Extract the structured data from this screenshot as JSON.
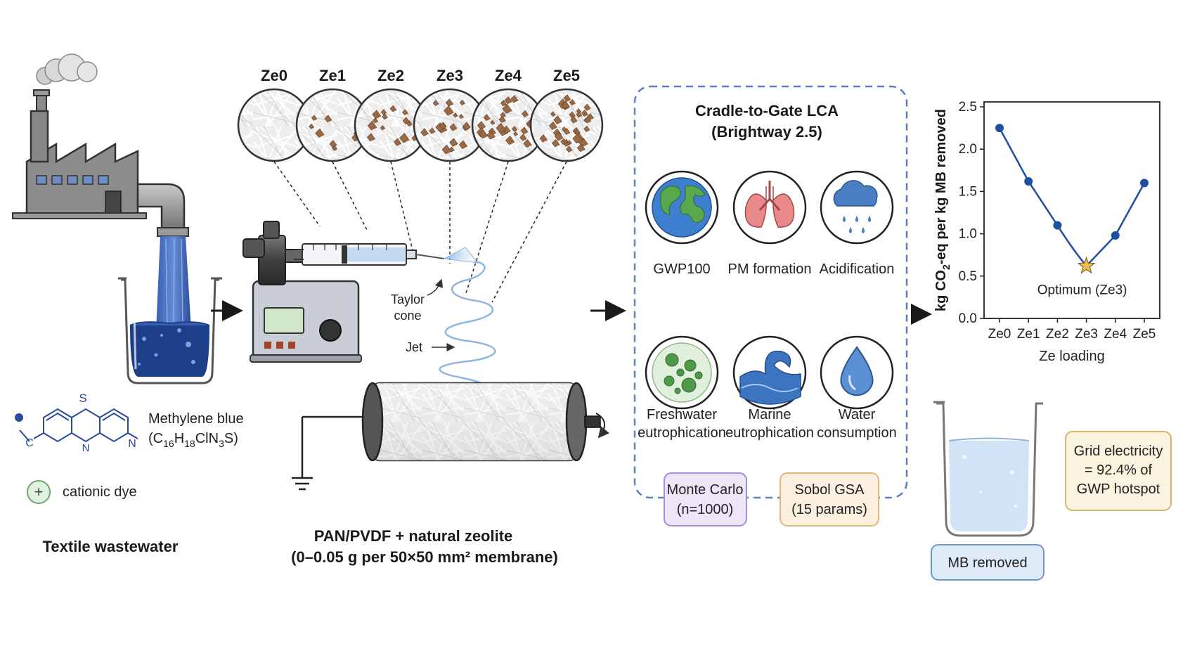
{
  "wastewater": {
    "dye_name": "Methylene blue",
    "formula": "(C16H18ClN3S)",
    "formula_parts": [
      "(C",
      "16",
      "H",
      "18",
      "ClN",
      "3",
      "S)"
    ],
    "atom_s": "S",
    "atom_n": "N",
    "atom_n2": "N",
    "atom_c": "C",
    "charge_symbol": "+",
    "charge_label": "cationic dye",
    "title": "Textile wastewater"
  },
  "electrospinning": {
    "samples": [
      "Ze0",
      "Ze1",
      "Ze2",
      "Ze3",
      "Ze4",
      "Ze5"
    ],
    "taylor_cone_line1": "Taylor",
    "taylor_cone_line2": "cone",
    "jet_label": "Jet",
    "membrane_title_line1": "PAN/PVDF + natural zeolite",
    "membrane_title_line2": "(0–0.05 g per 50×50 mm² membrane)"
  },
  "lca": {
    "title_line1": "Cradle-to-Gate LCA",
    "title_line2": "(Brightway 2.5)",
    "categories": [
      {
        "icon": "globe-icon",
        "lines": [
          "GWP100"
        ]
      },
      {
        "icon": "lungs-icon",
        "lines": [
          "PM formation"
        ]
      },
      {
        "icon": "rain-cloud-icon",
        "lines": [
          "Acidification"
        ]
      },
      {
        "icon": "algae-icon",
        "lines": [
          "Freshwater",
          "eutrophication"
        ]
      },
      {
        "icon": "wave-icon",
        "lines": [
          "Marine",
          "eutrophication"
        ]
      },
      {
        "icon": "water-drop-icon",
        "lines": [
          "Water",
          "consumption"
        ]
      }
    ],
    "monte_carlo_line1": "Monte Carlo",
    "monte_carlo_line2": "(n=1000)",
    "sobol_line1": "Sobol GSA",
    "sobol_line2": "(15 params)"
  },
  "chart_data": {
    "type": "line",
    "categories": [
      "Ze0",
      "Ze1",
      "Ze2",
      "Ze3",
      "Ze4",
      "Ze5"
    ],
    "values": [
      2.25,
      1.62,
      1.1,
      0.62,
      0.98,
      1.6
    ],
    "ylabel_parts": [
      "kg CO",
      "2",
      "-eq per kg MB removed"
    ],
    "xlabel": "Ze loading",
    "ylim": [
      0.0,
      2.5
    ],
    "yticks": [
      "0.0",
      "0.5",
      "1.0",
      "1.5",
      "2.0",
      "2.5"
    ],
    "yticks_values": [
      0.0,
      0.5,
      1.0,
      1.5,
      2.0,
      2.5
    ],
    "optimum_label": "Optimum (Ze3)",
    "optimum_index": 3,
    "line_color": "#1f4fa3",
    "star_color": "#e8bf55",
    "grid": false
  },
  "results": {
    "mb_removed": "MB removed",
    "grid_line1": "Grid electricity",
    "grid_line2": "= 92.4% of",
    "grid_line3": "GWP hotspot"
  },
  "colors": {
    "wastewater_blue": "#1d3f8a",
    "lca_border": "#5b7fbf",
    "monte_carlo_fill": "#ece6f8",
    "monte_carlo_border": "#a48fd6",
    "sobol_fill": "#fbf0e0",
    "sobol_border": "#e2b77a",
    "grid_fill": "#fbf3df",
    "grid_border": "#d8b56c",
    "mb_fill": "#dfeaf7",
    "mb_border": "#6f95c9",
    "zeolite_brown": "#9b6a45"
  }
}
